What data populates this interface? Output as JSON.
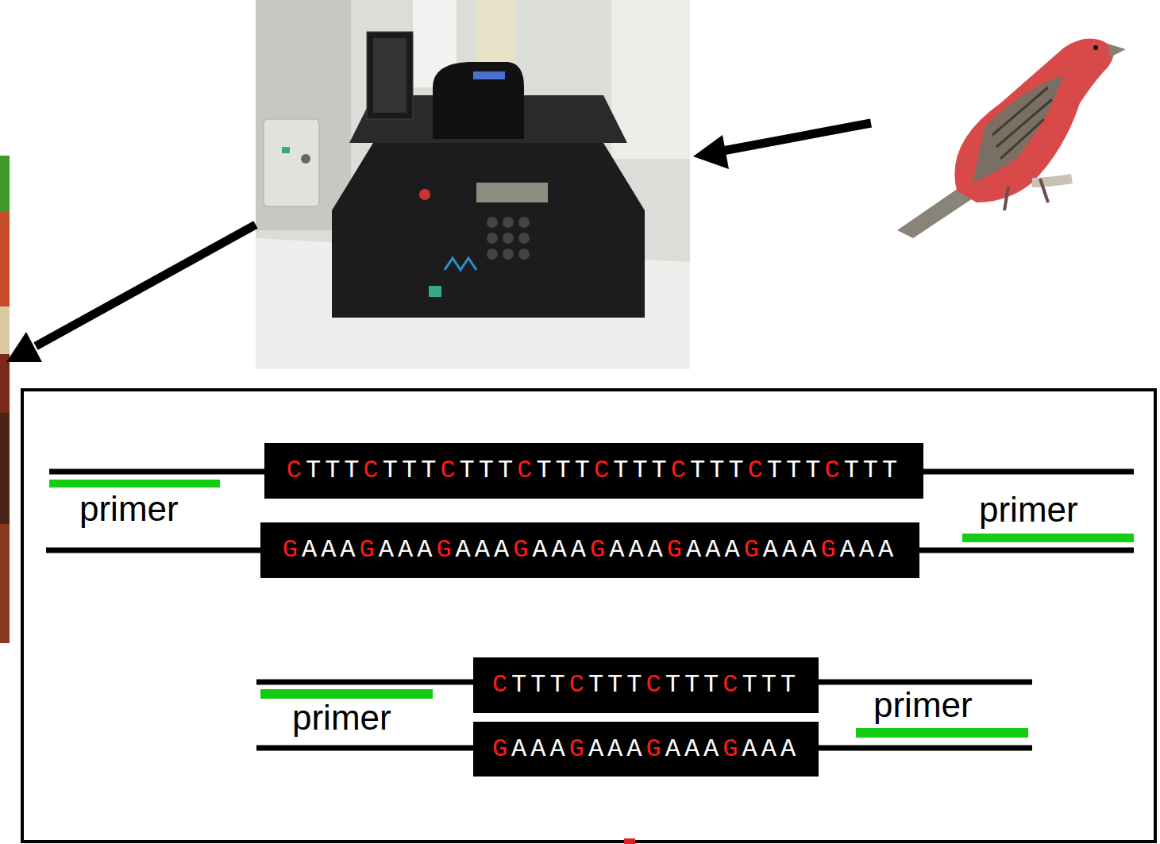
{
  "diagram": {
    "nodes": [
      {
        "text": [
          "CTTTCTTTCTTTCTTTCTTTCTTTCTTTCTTT"
        ]
      },
      {
        "text": [
          "GAAAGAAAGAAAGAAAGAAAGAAAGAAAGAAA"
        ]
      },
      {
        "text": [
          "CTTTCTTTCTTTCTTT"
        ]
      },
      {
        "text": [
          "GAAAGAAAGAAAGAAA"
        ]
      }
    ],
    "labels": [
      "primer",
      "primer",
      "primer",
      "primer"
    ]
  }
}
